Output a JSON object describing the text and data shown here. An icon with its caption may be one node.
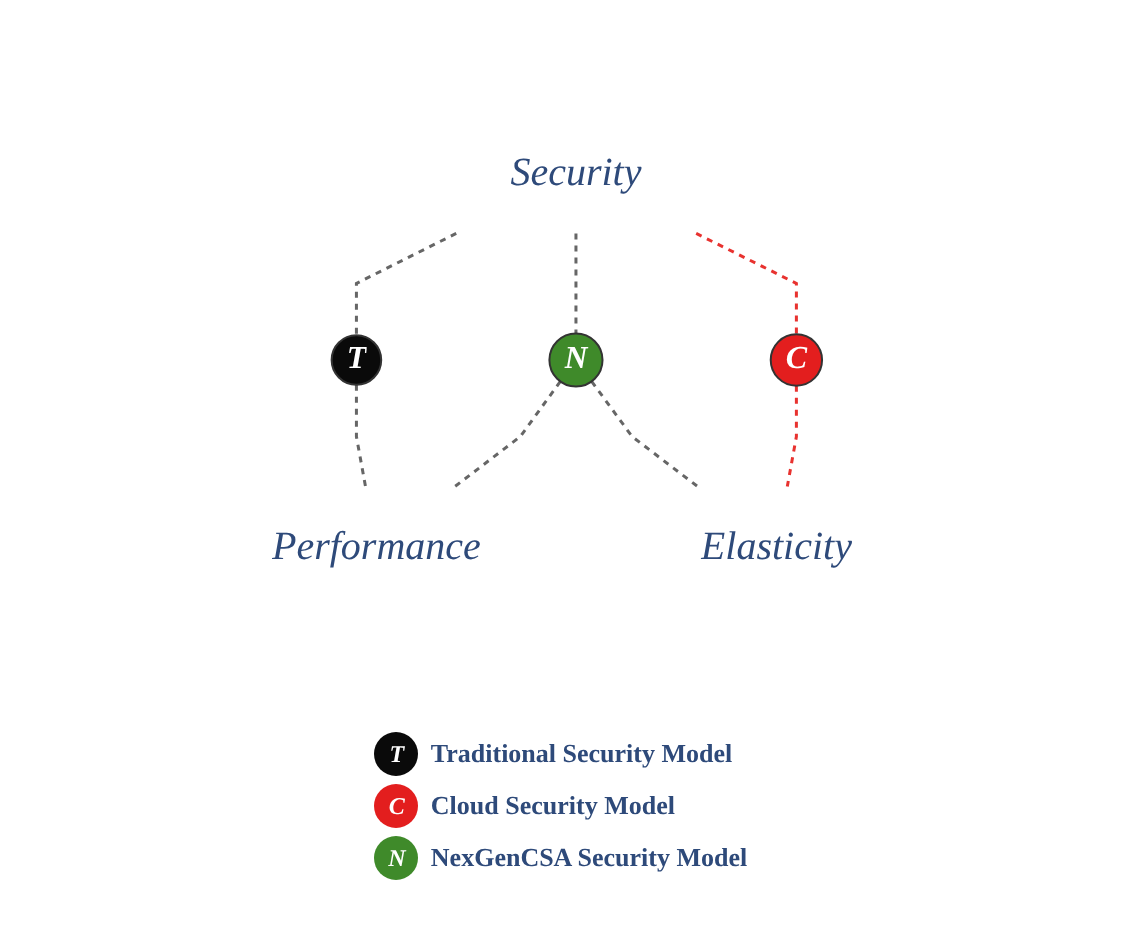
{
  "diagram": {
    "nodes": [
      {
        "text": [
          "Security"
        ]
      },
      {
        "text": [
          "T"
        ]
      },
      {
        "text": [
          "C"
        ]
      },
      {
        "text": [
          "N"
        ]
      },
      {
        "text": [
          "Performance"
        ]
      },
      {
        "text": [
          "Elasticity"
        ]
      }
    ],
    "edges": [
      {
        "from": 0,
        "to": 1,
        "arrow": "none",
        "style": "dashed"
      },
      {
        "from": 1,
        "to": 4,
        "arrow": "none",
        "style": "dashed"
      },
      {
        "from": 0,
        "to": 3,
        "arrow": "none",
        "style": "dashed"
      },
      {
        "from": 0,
        "to": 2,
        "arrow": "none",
        "style": "dashed",
        "color": "#e8322f"
      },
      {
        "from": 2,
        "to": 5,
        "arrow": "none",
        "style": "dashed",
        "color": "#e8322f"
      },
      {
        "from": 3,
        "to": 4,
        "arrow": "none",
        "style": "dashed"
      },
      {
        "from": 3,
        "to": 5,
        "arrow": "none",
        "style": "dashed"
      }
    ],
    "labels": [
      "T",
      "C",
      "N"
    ],
    "legend": [
      {
        "text": "Traditional Security Model",
        "color": "#0a0a0a"
      },
      {
        "text": "Cloud Security Model",
        "color": "#e31e1e"
      },
      {
        "text": "NexGenCSA Security Model",
        "color": "#3f8a2a"
      }
    ]
  }
}
